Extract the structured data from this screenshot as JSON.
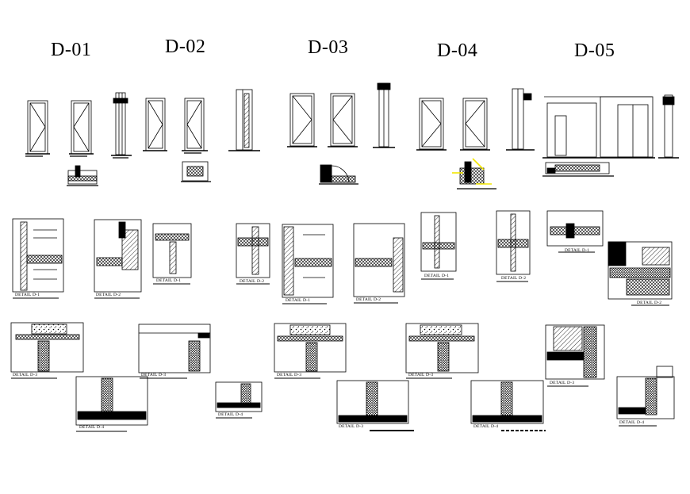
{
  "sheet": {
    "ink_color": "#000000",
    "highlight_color": "#f2e600",
    "door_types": [
      {
        "id": "D-01"
      },
      {
        "id": "D-02"
      },
      {
        "id": "D-03"
      },
      {
        "id": "D-04"
      },
      {
        "id": "D-05"
      }
    ],
    "detail_labels": {
      "d1": "DETAIL D-1",
      "d2": "DETAIL D-2",
      "d3": "DETAIL D-3",
      "d4": "DETAIL D-4"
    }
  }
}
